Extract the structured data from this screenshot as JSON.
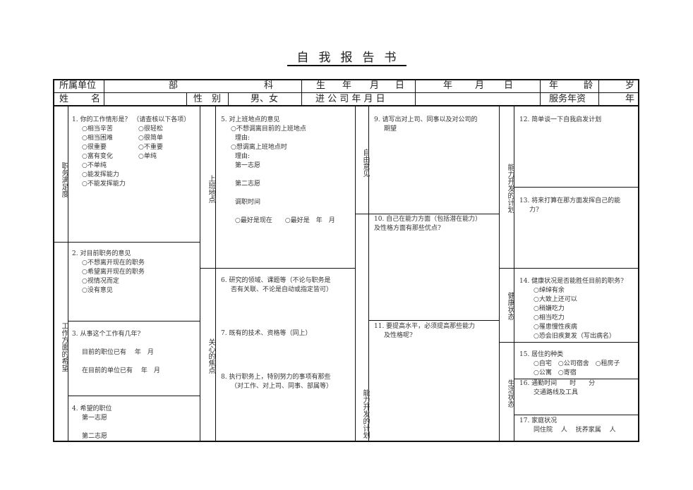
{
  "title": "自我报告书",
  "header": {
    "row1": {
      "unit_label": "所属单位",
      "dept": "部",
      "section": "科",
      "birth_label": [
        "生",
        "年",
        "月",
        "日"
      ],
      "date_fields": [
        "年",
        "月",
        "日"
      ],
      "age_label": [
        "年",
        "龄"
      ],
      "age_unit": "岁"
    },
    "row2": {
      "name_label": [
        "姓",
        "名"
      ],
      "gender_label": [
        "性",
        "别"
      ],
      "gender_value": "男、女",
      "join_label": "进 公 司 年 月 日",
      "service_label": "服务年资",
      "service_unit": "年"
    }
  },
  "side_labels": {
    "job_satisfaction": "职务满足度",
    "work_hopes": "工作方面的希望",
    "workplace": "上班地点",
    "focus": "关心的焦点",
    "free_opinion": "自由意见",
    "ability_dev_mid": "能力开发的计划",
    "ability_dev_right": "能力开发的计划",
    "health": "健康状态",
    "life": "生活状态"
  },
  "q1": {
    "title": "1. 你的工作情形是？ （请查核以下各项）",
    "options_left": [
      "○相当辛苦",
      "○相当困难",
      "○很重要",
      "○富有变化",
      "○不单纯",
      "○能发挥能力",
      "○不能发挥能力"
    ],
    "options_right": [
      "○很轻松",
      "○很简单",
      "○不重要",
      "○单纯"
    ]
  },
  "q2": {
    "title": "2. 对目前职务的意见",
    "options": [
      "○不想离开现在的职务",
      "○希望离开现在的职务",
      "○视情况而定",
      "○没有意见"
    ]
  },
  "q3": {
    "title": "3. 从事这个工作有几年?",
    "line1": "目前的职位已有　 年　月",
    "line2": "在目前的单位已有　 年　月"
  },
  "q4": {
    "title": "4. 希望的职位",
    "first": "第一志愿",
    "second": "第二志愿"
  },
  "q5": {
    "title": "5. 对上班地点的意见",
    "opt1": "○不想调离目前的上班地点",
    "reason1": "理由:",
    "opt2": "○想调离上班地点时",
    "reason2": "理由:",
    "first": "第一志愿",
    "second": "第二志愿",
    "transfer_time": "调职时间",
    "timing": "○最好是现在　　○最好是　年　月"
  },
  "q6": {
    "line1": "6. 研究的领域、课题等（不论与职务是",
    "line2": "否有关联、不论是自动或指定皆可）"
  },
  "q7": {
    "title": "7. 既有的技术、资格等（同上）"
  },
  "q8": {
    "line1": "8. 执行职务上，特别努力的事项有那些",
    "line2": "（对工作、对上司、同事、部属等）"
  },
  "q9": {
    "line1": "9. 请写出对上司、同事以及对公司的",
    "line2": "期望"
  },
  "q10": {
    "line1": "10. 自己在能力方面（包括潜在能力）",
    "line2": "及性格方面有那些优点?"
  },
  "q11": {
    "line1": "11. 要提高水平，必须提高那些能力",
    "line2": "及性格呢?"
  },
  "q12": {
    "title": "12. 简单谈一下自我启发计划"
  },
  "q13": {
    "line1": "13. 将来打算在那方面发挥自己的能",
    "line2": "力?"
  },
  "q14": {
    "title": "14. 健康状况是否能胜任目前的职务?",
    "options": [
      "○绰绰有余",
      "○大致上还可以",
      "○稍嫌吃力",
      "○相当吃力",
      "○罹患慢性疾病",
      "○恐会旧疾复发（写出病名）"
    ]
  },
  "q15": {
    "title": "15. 居住的种类",
    "line1": "○自宅　○公司宿舍　○租房子",
    "line2": "○公寓　○寄宿"
  },
  "q16": {
    "title": "16. 通勤时间　　时　　分",
    "line2": "交通路线及工具"
  },
  "q17": {
    "title": "17. 家庭状况",
    "line2": "同住院　 人　 抚养家属　 人"
  }
}
